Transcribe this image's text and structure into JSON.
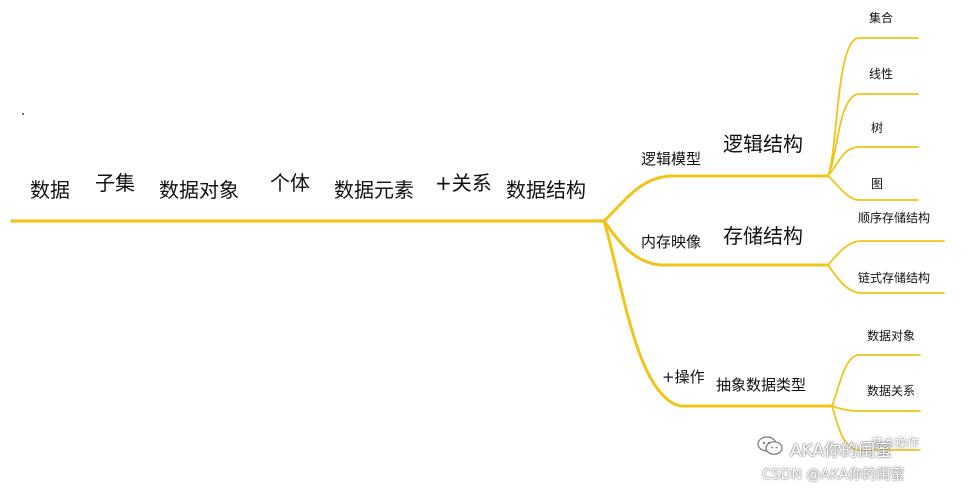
{
  "colors": {
    "branch": "#f0c419",
    "text": "#111111"
  },
  "main_chain": [
    "数据",
    "子集",
    "数据对象",
    "个体",
    "数据元素",
    "+关系",
    "数据结构"
  ],
  "branches": {
    "logic": {
      "edge": "逻辑模型",
      "node": "逻辑结构",
      "children": [
        "集合",
        "线性",
        "树",
        "图"
      ]
    },
    "storage": {
      "edge": "内存映像",
      "node": "存储结构",
      "children": [
        "顺序存储结构",
        "链式存储结构"
      ]
    },
    "adt": {
      "edge": "+操作",
      "node": "抽象数据类型",
      "children": [
        "数据对象",
        "数据关系",
        "基本操作"
      ]
    }
  },
  "watermark": {
    "account": "AKA你的闺蜜",
    "csdn": "CSDN @AKA你的闺蜜",
    "icon": "wechat-icon"
  }
}
